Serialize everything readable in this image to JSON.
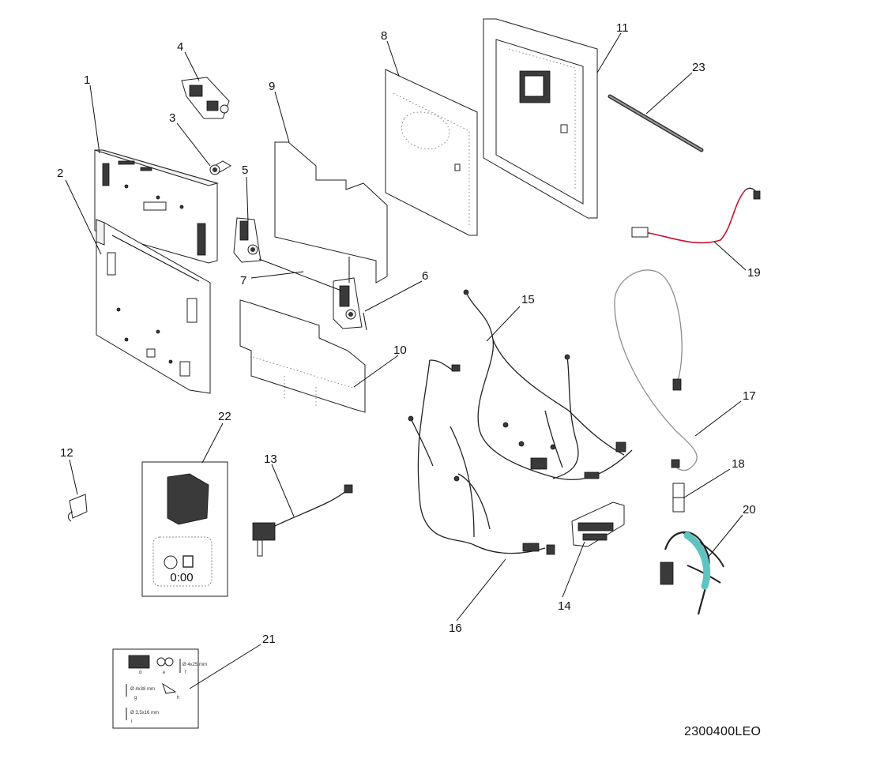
{
  "diagram": {
    "part_code": "2300400LEO",
    "callouts": [
      "1",
      "2",
      "3",
      "4",
      "5",
      "6",
      "7",
      "8",
      "9",
      "10",
      "11",
      "12",
      "13",
      "14",
      "15",
      "16",
      "17",
      "18",
      "19",
      "20",
      "21",
      "22",
      "23"
    ],
    "kit_21_labels": {
      "d": "d",
      "e": "e",
      "f": "f",
      "g": "g",
      "h": "h",
      "i": "i",
      "f_size": "Ø 4x25 mm",
      "g_size": "Ø 4x38 mm",
      "i_size": "Ø 3,5x16 mm"
    },
    "kit_22_display": "0:00",
    "colors": {
      "line": "#111111",
      "red_wire": "#c8102e",
      "teal_tape": "#5fc4c0"
    }
  }
}
